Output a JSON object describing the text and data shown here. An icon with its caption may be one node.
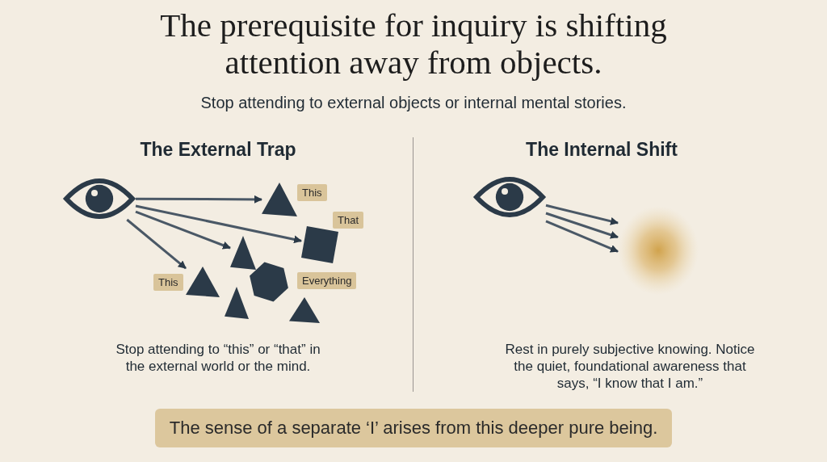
{
  "diagram": {
    "title": "The prerequisite for inquiry is shifting attention away from objects.",
    "nodes": [
      {
        "text": [],
        "shape": "eye"
      },
      {
        "text": [],
        "shape": "triangle",
        "beside": [
          "This"
        ]
      },
      {
        "text": [],
        "shape": "square",
        "beside": [
          "That"
        ]
      },
      {
        "text": [],
        "shape": "triangle"
      },
      {
        "text": [],
        "shape": "triangle",
        "beside": [
          "This"
        ]
      },
      {
        "text": [],
        "shape": "hexagon",
        "beside": [
          "Everything"
        ]
      },
      {
        "text": [],
        "shape": "triangle"
      },
      {
        "text": [],
        "shape": "triangle"
      },
      {
        "text": [],
        "shape": "eye"
      },
      {
        "text": [],
        "shape": "circle"
      },
      {
        "text": [
          "The sense of a separate ‘I’ arises from this deeper pure being."
        ]
      }
    ],
    "edges": [
      {
        "from": 0,
        "to": 1,
        "arrow": "to"
      },
      {
        "from": 0,
        "to": 2,
        "arrow": "to"
      },
      {
        "from": 0,
        "to": 3,
        "arrow": "to"
      },
      {
        "from": 0,
        "to": 4,
        "arrow": "to"
      },
      {
        "from": 8,
        "to": 9,
        "arrow": "to"
      },
      {
        "from": 8,
        "to": 9,
        "arrow": "to"
      },
      {
        "from": 8,
        "to": 9,
        "arrow": "to"
      }
    ],
    "labels": [
      "Stop attending to external objects or internal mental stories.",
      "The External Trap",
      "The Internal Shift",
      "Stop attending to “this” or “that” in the external world or the mind.",
      "Rest in purely subjective knowing. Notice the quiet, foundational awareness that says, “I know that I am.”"
    ]
  }
}
